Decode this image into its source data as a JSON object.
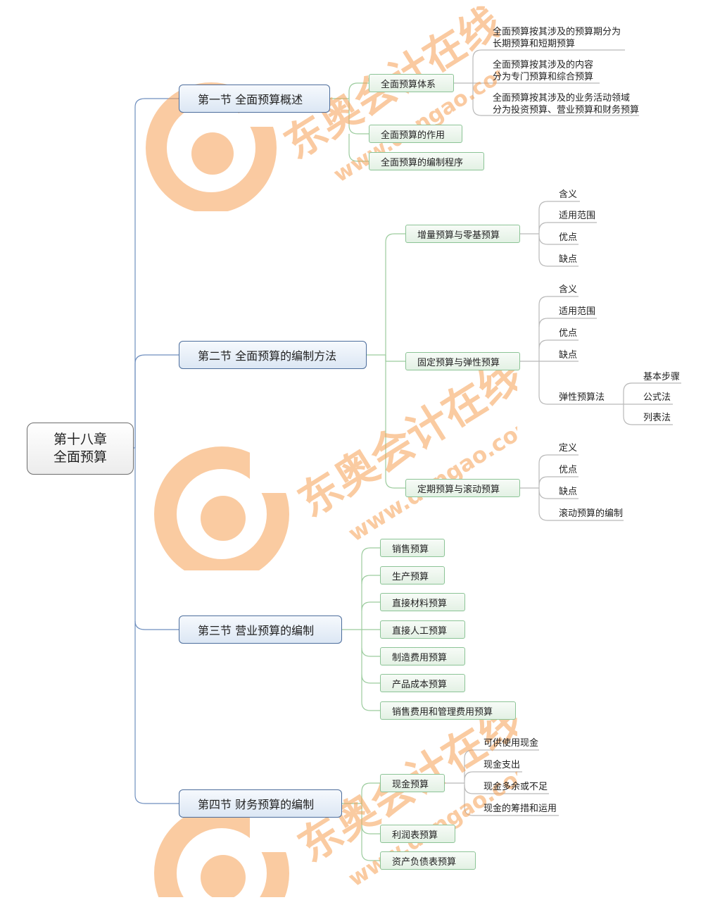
{
  "root": {
    "line1": "第十八章",
    "line2": "全面预算"
  },
  "sections": {
    "s1": {
      "title": "第一节 全面预算概述",
      "system": {
        "label": "全面预算体系",
        "details": [
          {
            "l1": "全面预算按其涉及的预算期分为",
            "l2": "长期预算和短期预算"
          },
          {
            "l1": "全面预算按其涉及的内容",
            "l2": "分为专门预算和综合预算"
          },
          {
            "l1": "全面预算按其涉及的业务活动领域",
            "l2": "分为投资预算、营业预算和财务预算"
          }
        ]
      },
      "role": "全面预算的作用",
      "procedure": "全面预算的编制程序"
    },
    "s2": {
      "title": "第二节 全面预算的编制方法",
      "incremental": {
        "label": "增量预算与零基预算",
        "items": [
          "含义",
          "适用范围",
          "优点",
          "缺点"
        ]
      },
      "fixed": {
        "label": "固定预算与弹性预算",
        "items": [
          "含义",
          "适用范围",
          "优点",
          "缺点"
        ],
        "flex": {
          "label": "弹性预算法",
          "items": [
            "基本步骤",
            "公式法",
            "列表法"
          ]
        }
      },
      "rolling": {
        "label": "定期预算与滚动预算",
        "items": [
          "定义",
          "优点",
          "缺点",
          "滚动预算的编制"
        ]
      }
    },
    "s3": {
      "title": "第三节 营业预算的编制",
      "items": [
        "销售预算",
        "生产预算",
        "直接材料预算",
        "直接人工预算",
        "制造费用预算",
        "产品成本预算",
        "销售费用和管理费用预算"
      ]
    },
    "s4": {
      "title": "第四节 财务预算的编制",
      "cash": {
        "label": "现金预算",
        "items": [
          "可供使用现金",
          "现金支出",
          "现金多余或不足",
          "现金的筹措和运用"
        ]
      },
      "income": "利润表预算",
      "balance": "资产负债表预算"
    }
  },
  "watermark": {
    "brand": "东奥会计在线",
    "url": "www.dongao.com"
  },
  "colors": {
    "root_border": "#6c6c6c",
    "section_border": "#4c6d9c",
    "section_line": "#6f8fbf",
    "sub_border": "#8cc496",
    "green_line": "#9ccc9e",
    "leaf_line": "#b9b9b9",
    "watermark": "#f6a055"
  }
}
